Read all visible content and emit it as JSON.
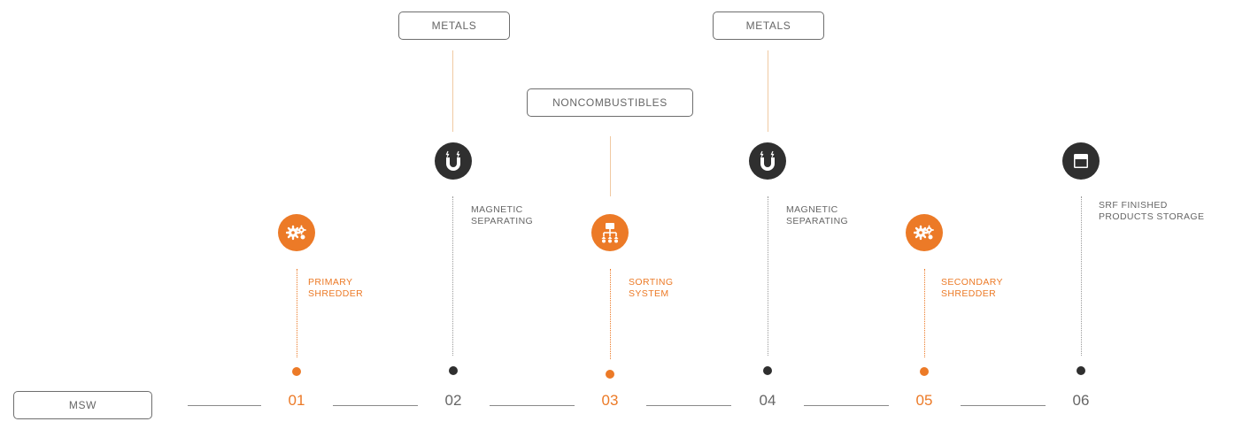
{
  "input_box": "MSW",
  "output_boxes": {
    "metals_1": "METALS",
    "noncombustibles": "NONCOMBUSTIBLES",
    "metals_2": "METALS"
  },
  "steps": [
    {
      "number": "01",
      "label_line1": "PRIMARY",
      "label_line2": "SHREDDER",
      "icon": "gears-icon",
      "color": "#ec7a27"
    },
    {
      "number": "02",
      "label_line1": "MAGNETIC",
      "label_line2": "SEPARATING",
      "icon": "magnet-icon",
      "color": "#2f2f2f"
    },
    {
      "number": "03",
      "label_line1": "SORTING",
      "label_line2": "SYSTEM",
      "icon": "sorting-icon",
      "color": "#ec7a27"
    },
    {
      "number": "04",
      "label_line1": "MAGNETIC",
      "label_line2": "SEPARATING",
      "icon": "magnet-icon",
      "color": "#2f2f2f"
    },
    {
      "number": "05",
      "label_line1": "SECONDARY",
      "label_line2": "SHREDDER",
      "icon": "gears-icon",
      "color": "#ec7a27"
    },
    {
      "number": "06",
      "label_line1": "SRF FINISHED",
      "label_line2": "PRODUCTS STORAGE",
      "icon": "storage-icon",
      "color": "#2f2f2f"
    }
  ]
}
